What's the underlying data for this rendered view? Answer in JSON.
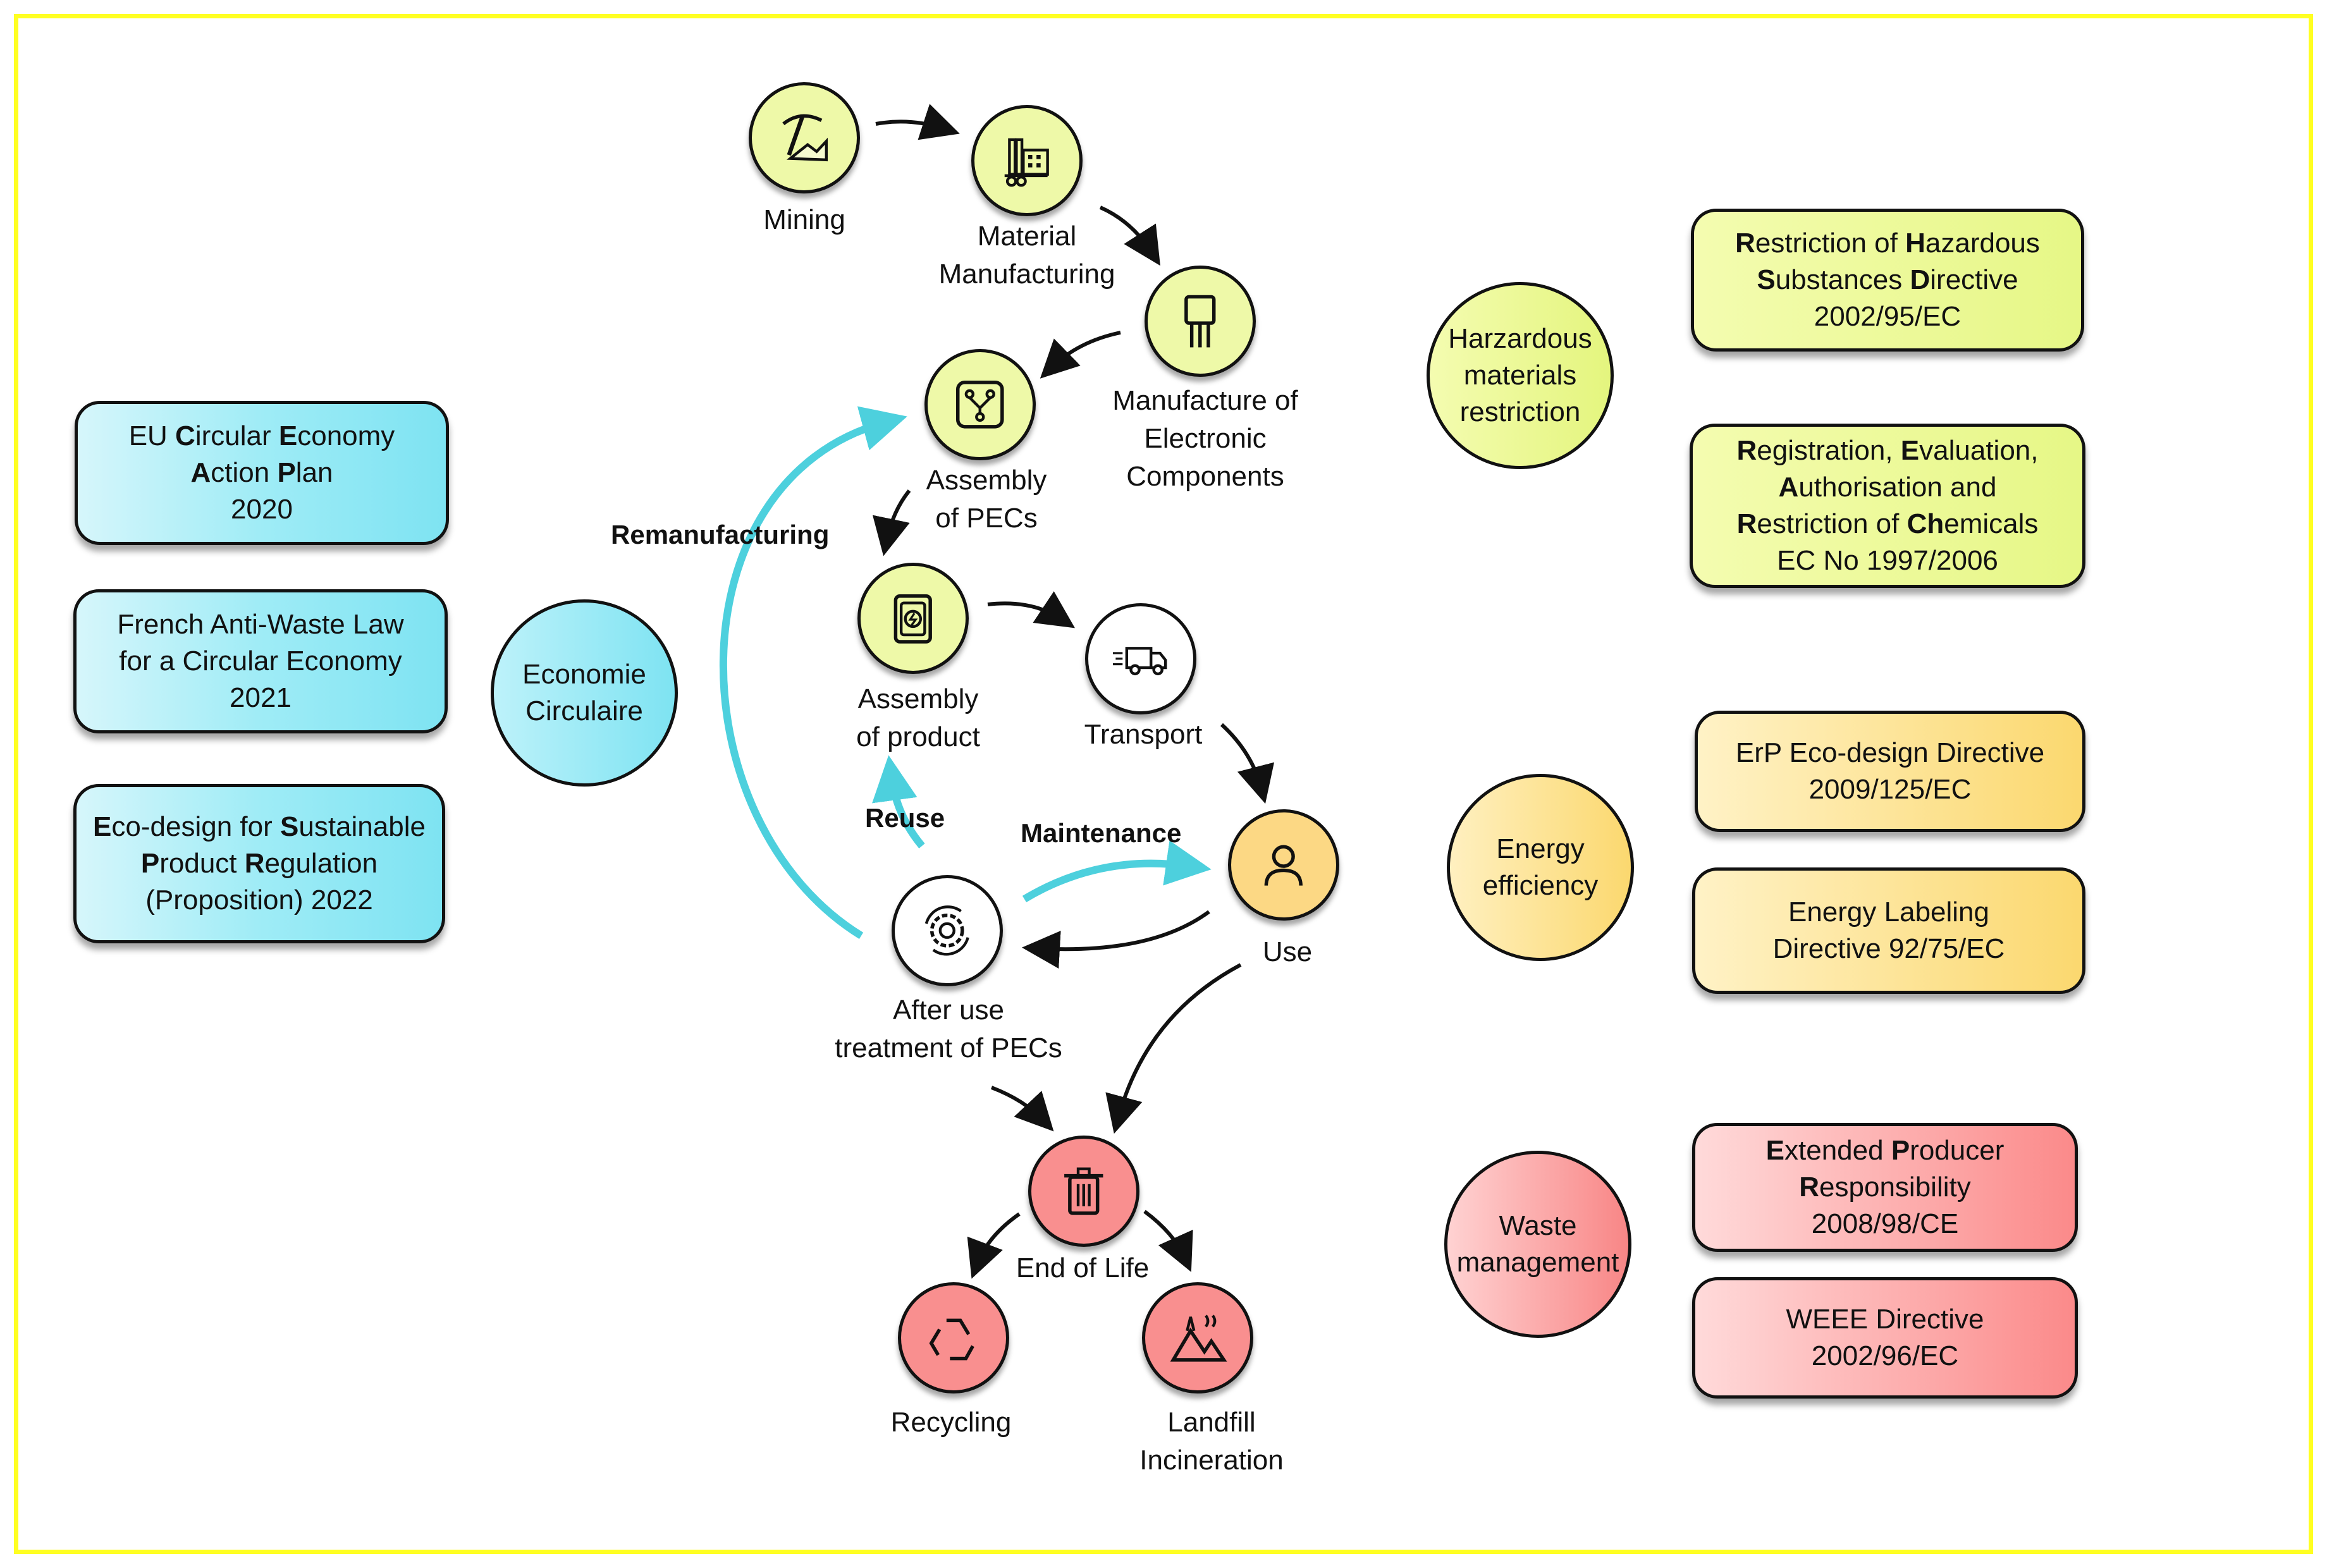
{
  "left_boxes": [
    {
      "lines": [
        [
          [
            "EU ",
            false
          ],
          [
            "C",
            true
          ],
          [
            "ircular ",
            false
          ],
          [
            "E",
            true
          ],
          [
            "conomy",
            false
          ]
        ],
        [
          [
            "A",
            true
          ],
          [
            "ction ",
            false
          ],
          [
            "P",
            true
          ],
          [
            "lan",
            false
          ]
        ],
        [
          [
            "2020",
            false
          ]
        ]
      ]
    },
    {
      "lines": [
        [
          [
            "French Anti-Waste Law",
            false
          ]
        ],
        [
          [
            "for a Circular Economy",
            false
          ]
        ],
        [
          [
            "2021",
            false
          ]
        ]
      ]
    },
    {
      "lines": [
        [
          [
            "E",
            true
          ],
          [
            "co-design for ",
            false
          ],
          [
            "S",
            true
          ],
          [
            "ustainable",
            false
          ]
        ],
        [
          [
            "P",
            true
          ],
          [
            "roduct ",
            false
          ],
          [
            "R",
            true
          ],
          [
            "egulation",
            false
          ]
        ],
        [
          [
            "(Proposition) 2022",
            false
          ]
        ]
      ]
    }
  ],
  "right_boxes": [
    {
      "lines": [
        [
          [
            "R",
            true
          ],
          [
            "estriction of ",
            false
          ],
          [
            "H",
            true
          ],
          [
            "azardous",
            false
          ]
        ],
        [
          [
            "S",
            true
          ],
          [
            "ubstances ",
            false
          ],
          [
            "D",
            true
          ],
          [
            "irective",
            false
          ]
        ],
        [
          [
            "2002/95/EC",
            false
          ]
        ]
      ]
    },
    {
      "lines": [
        [
          [
            "R",
            true
          ],
          [
            "egistration, ",
            false
          ],
          [
            "E",
            true
          ],
          [
            "valuation,",
            false
          ]
        ],
        [
          [
            "A",
            true
          ],
          [
            "uthorisation and",
            false
          ]
        ],
        [
          [
            "R",
            true
          ],
          [
            "estriction of ",
            false
          ],
          [
            "Ch",
            true
          ],
          [
            "emicals",
            false
          ]
        ],
        [
          [
            "EC No 1997/2006",
            false
          ]
        ]
      ]
    },
    {
      "lines": [
        [
          [
            "ErP Eco-design Directive",
            false
          ]
        ],
        [
          [
            "2009/125/EC",
            false
          ]
        ]
      ]
    },
    {
      "lines": [
        [
          [
            "Energy Labeling",
            false
          ]
        ],
        [
          [
            "Directive 92/75/EC",
            false
          ]
        ]
      ]
    },
    {
      "lines": [
        [
          [
            "E",
            true
          ],
          [
            "xtended ",
            false
          ],
          [
            "P",
            true
          ],
          [
            "roducer",
            false
          ]
        ],
        [
          [
            "R",
            true
          ],
          [
            "esponsibility",
            false
          ]
        ],
        [
          [
            "2008/98/CE",
            false
          ]
        ]
      ]
    },
    {
      "lines": [
        [
          [
            "WEEE Directive",
            false
          ]
        ],
        [
          [
            "2002/96/EC",
            false
          ]
        ]
      ]
    }
  ],
  "category_circles": {
    "economie": [
      "Economie",
      "Circulaire"
    ],
    "hazardous": [
      "Harzardous",
      "materials",
      "restriction"
    ],
    "energy": [
      "Energy",
      "efficiency"
    ],
    "waste": [
      "Waste",
      "management"
    ]
  },
  "nodes": {
    "mining": {
      "label": [
        "Mining"
      ],
      "icon": "pickaxe-icon"
    },
    "material": {
      "label": [
        "Material",
        "Manufacturing"
      ],
      "icon": "factory-icon"
    },
    "electronic": {
      "label": [
        "Manufacture of",
        "Electronic",
        "Components"
      ],
      "icon": "chip-icon"
    },
    "pecs": {
      "label": [
        "Assembly",
        "of PECs"
      ],
      "icon": "circuit-icon"
    },
    "product": {
      "label": [
        "Assembly",
        "of product"
      ],
      "icon": "battery-device-icon"
    },
    "transport": {
      "label": [
        "Transport"
      ],
      "icon": "truck-icon"
    },
    "use": {
      "label": [
        "Use"
      ],
      "icon": "user-icon"
    },
    "after": {
      "label": [
        "After use",
        "treatment of PECs"
      ],
      "icon": "repair-gear-icon"
    },
    "eol": {
      "label": [
        "End of Life"
      ],
      "icon": "trash-icon"
    },
    "recycling": {
      "label": [
        "Recycling"
      ],
      "icon": "recycle-icon"
    },
    "landfill": {
      "label": [
        "Landfill",
        "Incineration"
      ],
      "icon": "landfill-icon"
    }
  },
  "flow_labels": {
    "remanufacturing": "Remanufacturing",
    "reuse": "Reuse",
    "maintenance": "Maintenance"
  },
  "colors": {
    "cyan": "#7ee3f2",
    "cyan_arrow": "#4dd0dd",
    "yellow": "#e6f786",
    "orange": "#fbd86f",
    "red": "#fb8a8a",
    "frame": "#ffff22"
  }
}
